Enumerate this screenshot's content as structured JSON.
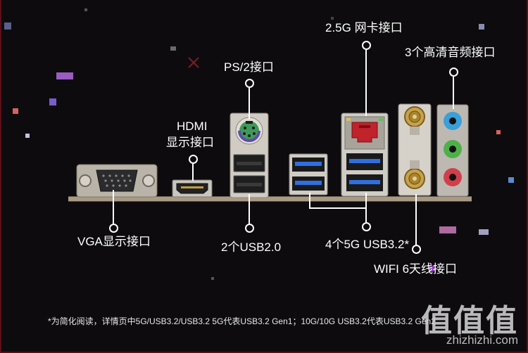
{
  "labels": {
    "lan": "2.5G 网卡接口",
    "audio": "3个高清音频接口",
    "ps2": "PS/2接口",
    "hdmi_line1": "HDMI",
    "hdmi_line2": "显示接口",
    "vga": "VGA显示接口",
    "usb2": "2个USB2.0",
    "usb32": "4个5G USB3.2*",
    "wifi": "WIFI 6天线接口"
  },
  "footnote": "*为简化阅读，详情页中5G/USB3.2/USB3.2 5G代表USB3.2 Gen1；10G/10G USB3.2代表USB3.2 Gen2",
  "watermark": {
    "main": "值值值",
    "sub": "zhizhizhi.com"
  },
  "colors": {
    "background": "#0d0b0e",
    "usb3_blue": "#2f6fe0",
    "lan_red": "#c0232a",
    "audio_blue": "#3aa0d8",
    "audio_green": "#4fb04a",
    "audio_pink": "#d0404a",
    "ps2_green": "#3e9a5a",
    "antenna_gold": "#c8a24a"
  }
}
